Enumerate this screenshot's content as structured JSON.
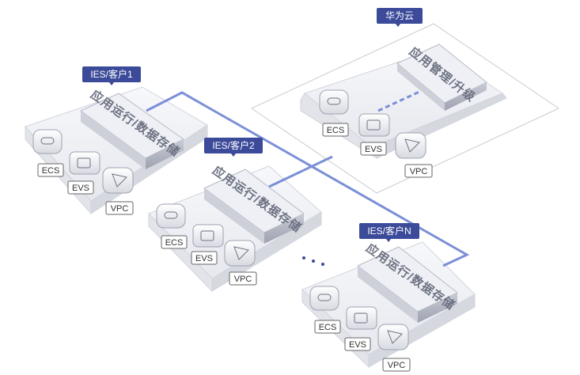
{
  "cloud": {
    "tag": "华为云",
    "service": "应用管理/升级",
    "resources": [
      "ECS",
      "EVS",
      "VPC"
    ]
  },
  "customers": [
    {
      "tag": "IES/客户1",
      "service": "应用运行/数据存储",
      "resources": [
        "ECS",
        "EVS",
        "VPC"
      ]
    },
    {
      "tag": "IES/客户2",
      "service": "应用运行/数据存储",
      "resources": [
        "ECS",
        "EVS",
        "VPC"
      ]
    },
    {
      "tag": "IES/客户N",
      "service": "应用运行/数据存储",
      "resources": [
        "ECS",
        "EVS",
        "VPC"
      ]
    }
  ],
  "colors": {
    "tag_bg": "#3c4a9a",
    "link": "#7b8fd6",
    "platform_edge": "#d9dbe3",
    "slab_top": "#eef0f5"
  },
  "icons": [
    "ecs-icon",
    "evs-icon",
    "vpc-icon"
  ]
}
